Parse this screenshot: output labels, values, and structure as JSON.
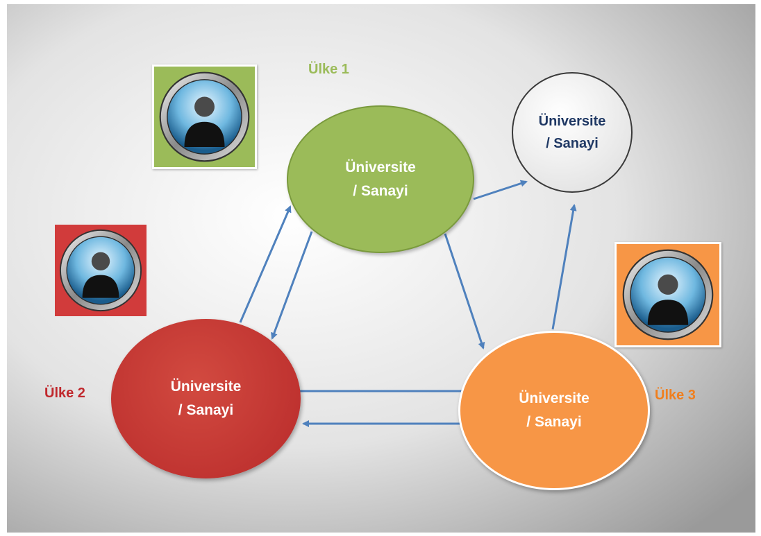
{
  "countries": {
    "c1": {
      "label": "Ülke 1",
      "color": "#9bbb59"
    },
    "c2": {
      "label": "Ülke  2",
      "color": "#c0282d"
    },
    "c3": {
      "label": "Ülke  3",
      "color": "#f07f1e"
    }
  },
  "nodes": {
    "n1": {
      "line1": "Üniversite",
      "line2": "/  Sanayi",
      "fill": "#9bbb59",
      "text_color": "#ffffff"
    },
    "n2": {
      "line1": "Üniversite",
      "line2": "/  Sanayi",
      "fill": "#c0392b",
      "text_color": "#ffffff"
    },
    "n3": {
      "line1": "Üniversite",
      "line2": "/  Sanayi",
      "fill": "#f79646",
      "text_color": "#ffffff"
    },
    "n4": {
      "line1": "Üniversite",
      "line2": "/  Sanayi",
      "fill": "#eaeaea",
      "text_color": "#1f3864"
    }
  },
  "avatars": [
    {
      "icon": "user-avatar-icon",
      "bg": "#9bbb59"
    },
    {
      "icon": "user-avatar-icon",
      "bg": "#d13b3b"
    },
    {
      "icon": "user-avatar-icon",
      "bg": "#f79646"
    }
  ],
  "arrow_color": "#4f81bd"
}
